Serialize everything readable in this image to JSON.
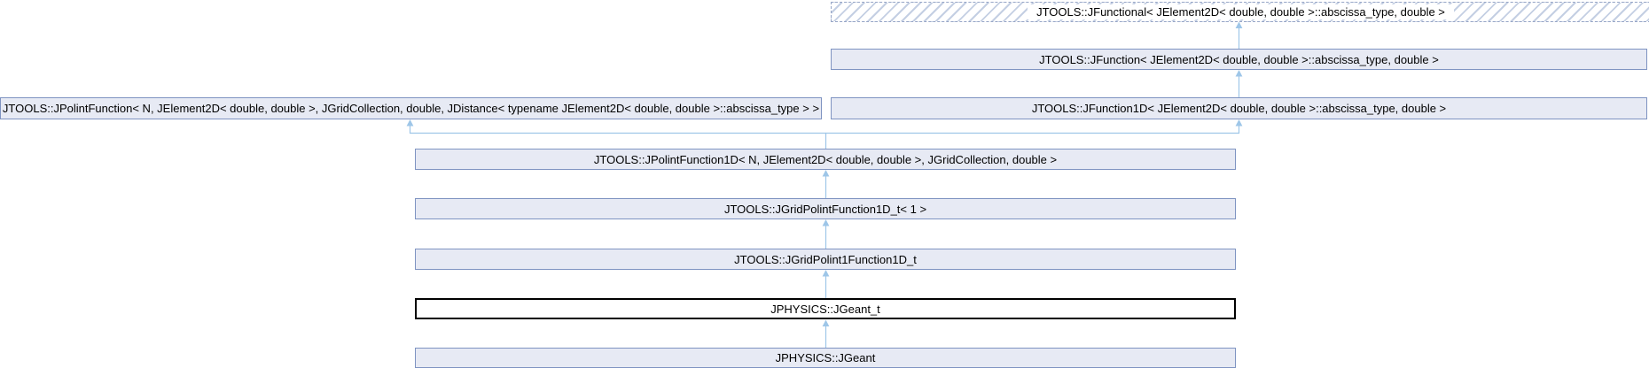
{
  "diagram": {
    "kind": "class-inheritance-graph",
    "current_node": "JPHYSICS::JGeant_t",
    "nodes": [
      {
        "id": "jfunctional",
        "label": "JTOOLS::JFunctional< JElement2D< double, double >::abscissa_type, double >",
        "style": "dashed-hatched"
      },
      {
        "id": "jfunction",
        "label": "JTOOLS::JFunction< JElement2D< double, double >::abscissa_type, double >",
        "style": "normal"
      },
      {
        "id": "jpolintfunction",
        "label": "JTOOLS::JPolintFunction< N, JElement2D< double, double >, JGridCollection, double, JDistance< typename JElement2D< double, double >::abscissa_type > >",
        "style": "normal"
      },
      {
        "id": "jfunction1d",
        "label": "JTOOLS::JFunction1D< JElement2D< double, double >::abscissa_type, double >",
        "style": "normal"
      },
      {
        "id": "jpolintfunction1d",
        "label": "JTOOLS::JPolintFunction1D< N, JElement2D< double, double >, JGridCollection, double >",
        "style": "normal"
      },
      {
        "id": "jgridpolintfunction1d_t",
        "label": "JTOOLS::JGridPolintFunction1D_t< 1 >",
        "style": "normal"
      },
      {
        "id": "jgridpolint1function1d_t",
        "label": "JTOOLS::JGridPolint1Function1D_t",
        "style": "normal"
      },
      {
        "id": "jgeant_t",
        "label": "JPHYSICS::JGeant_t",
        "style": "current"
      },
      {
        "id": "jgeant",
        "label": "JPHYSICS::JGeant",
        "style": "normal"
      }
    ],
    "edges": [
      {
        "from": "jfunction",
        "to": "jfunctional"
      },
      {
        "from": "jfunction1d",
        "to": "jfunction"
      },
      {
        "from": "jpolintfunction1d",
        "to": "jpolintfunction"
      },
      {
        "from": "jpolintfunction1d",
        "to": "jfunction1d"
      },
      {
        "from": "jgridpolintfunction1d_t",
        "to": "jpolintfunction1d"
      },
      {
        "from": "jgridpolint1function1d_t",
        "to": "jgridpolintfunction1d_t"
      },
      {
        "from": "jgeant_t",
        "to": "jgridpolint1function1d_t"
      },
      {
        "from": "jgeant",
        "to": "jgeant_t"
      }
    ],
    "colors": {
      "node_fill": "#E7EAF4",
      "node_border": "#7E93C1",
      "hatch_stripe": "#C4CFE3",
      "dashed_border": "#96A5C6",
      "edge": "#9EC6E8",
      "current_border": "#000000",
      "current_fill": "#FFFFFF",
      "text": "#000000",
      "background": "#FFFFFF"
    }
  }
}
